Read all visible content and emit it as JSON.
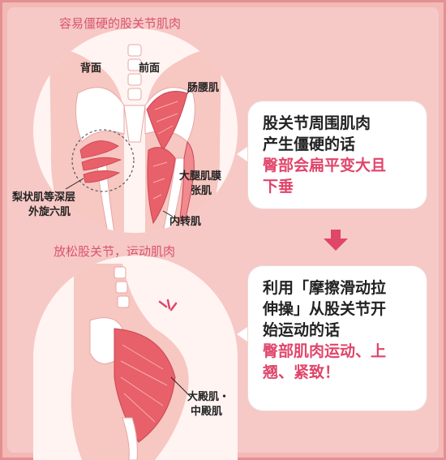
{
  "section_top": {
    "title": "容易僵硬的股关节肌肉",
    "label_back": "背面",
    "label_front": "前面",
    "label_iliopsoas": "肠腰肌",
    "label_piriformis_line1": "梨状肌等深层",
    "label_piriformis_line2": "外旋六肌",
    "label_tfl_line1": "大腿肌膜",
    "label_tfl_line2": "张肌",
    "label_adductor": "内转肌"
  },
  "callout_top": {
    "line1": "股关节周围肌肉",
    "line2": "产生僵硬的话",
    "line3": "臀部会扁平变大且",
    "line4": "下垂"
  },
  "section_bottom": {
    "title": "放松股关节，运动肌肉",
    "label_gluteus_line1": "大殿肌・",
    "label_gluteus_line2": "中殿肌"
  },
  "callout_bottom": {
    "line1": "利用「摩擦滑动拉",
    "line2": "伸操」从股关节开",
    "line3": "始运动的话",
    "line4": "臀部肌肉运动、上",
    "line5": "翘、紧致！"
  },
  "colors": {
    "background": "#f6c9c6",
    "border": "#e48f91",
    "accent": "#e0456a",
    "muscle": "#e8606a",
    "skin": "#f7c7c2"
  }
}
